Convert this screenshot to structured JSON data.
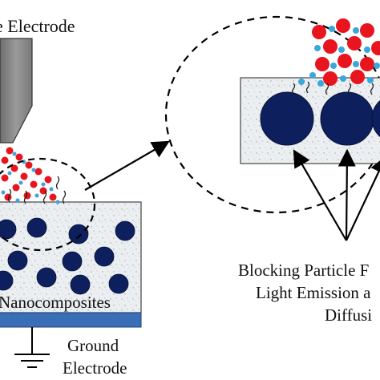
{
  "labels": {
    "electrode": "e Electrode",
    "nanocomposites": "Nanocomposites",
    "ground_line1": "Ground",
    "ground_line2": "Electrode",
    "caption_line1": "Blocking Particle F",
    "caption_line2": "Light Emission a",
    "caption_line3": "Diffusi"
  },
  "colors": {
    "particle_navy": "#0d1f5c",
    "space_charge_red": "#e8141e",
    "ion_blue": "#3aa6dc",
    "matrix_gray": "#eceff1",
    "ground_electrode_blue": "#3a6fb8",
    "needle_gray": "#8a8a8a"
  }
}
